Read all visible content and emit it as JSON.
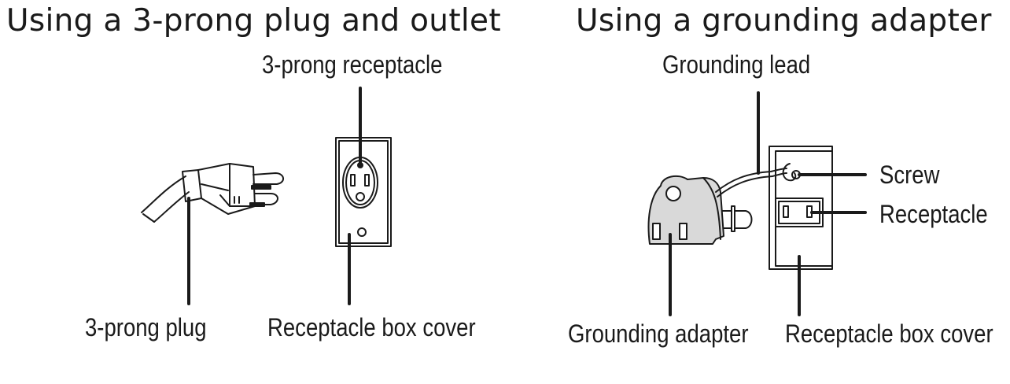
{
  "left_panel": {
    "heading": "Using a 3-prong plug and outlet",
    "labels": {
      "receptacle": "3-prong receptacle",
      "plug": "3-prong plug",
      "box_cover": "Receptacle box cover"
    }
  },
  "right_panel": {
    "heading": "Using a grounding adapter",
    "labels": {
      "grounding_lead": "Grounding lead",
      "screw": "Screw",
      "receptacle": "Receptacle",
      "adapter": "Grounding adapter",
      "box_cover": "Receptacle box cover"
    }
  },
  "colors": {
    "ink": "#1a1a1a",
    "adapter_fill": "#d9d9d9",
    "background": "#ffffff"
  }
}
